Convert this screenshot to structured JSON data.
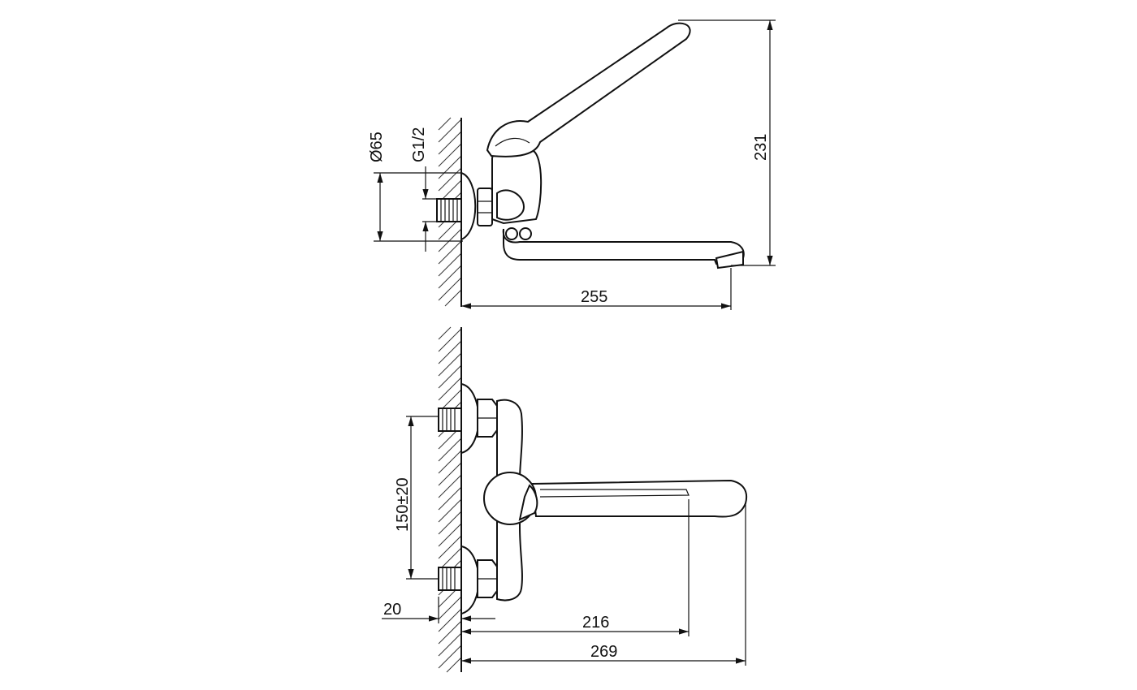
{
  "top_view": {
    "dim_diameter": "Ø65",
    "dim_thread": "G1/2",
    "dim_height": "231",
    "dim_reach": "255"
  },
  "front_view": {
    "dim_spacing": "150±20",
    "dim_offset": "20",
    "dim_spout_inner": "216",
    "dim_spout_total": "269"
  }
}
